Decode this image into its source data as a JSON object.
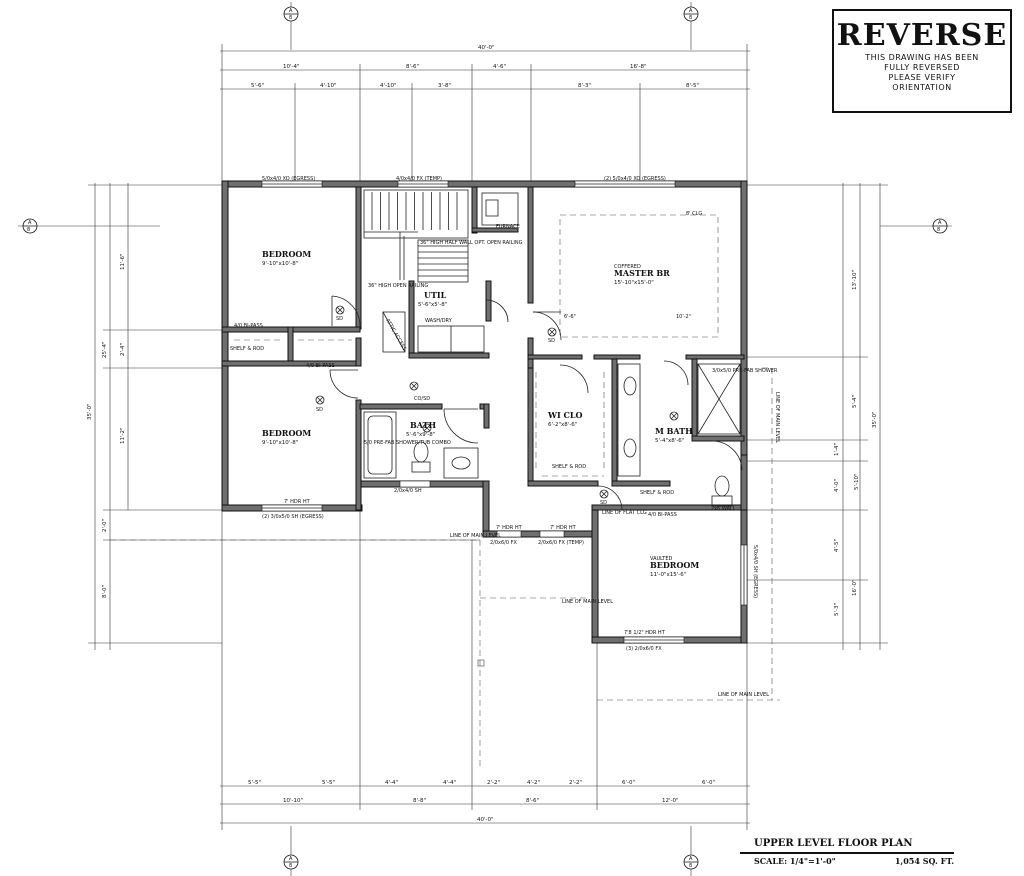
{
  "notice": {
    "title": "REVERSE",
    "lines": [
      "THIS DRAWING HAS BEEN",
      "FULLY REVERSED",
      "PLEASE VERIFY",
      "ORIENTATION"
    ]
  },
  "title_block": {
    "title": "UPPER LEVEL FLOOR PLAN",
    "scale": "SCALE: 1/4\"=1'-0\"",
    "area": "1,054 SQ. FT."
  },
  "section_markers": {
    "top": "A",
    "sheet": "8"
  },
  "dimensions": {
    "top_overall": "40'-0\"",
    "top_mid": [
      "10'-4\"",
      "8'-6\"",
      "4'-6\"",
      "16'-8\""
    ],
    "top_detail": [
      "5'-6\"",
      "4'-10\"",
      "4'-10\"",
      "3'-8\"",
      "8'-3\"",
      "8'-5\""
    ],
    "bottom_overall": "40'-0\"",
    "bottom_mid": [
      "10'-10\"",
      "8'-8\"",
      "8'-6\"",
      "12'-0\""
    ],
    "bottom_detail": [
      "5'-5\"",
      "5'-5\"",
      "4'-4\"",
      "4'-4\"",
      "2'-2\"",
      "4'-2\"",
      "2'-2\"",
      "6'-0\"",
      "6'-0\""
    ],
    "left_overall": "35'-0\"",
    "left_mid": [
      "11'-6\"",
      "2'-4\"",
      "11'-2\"",
      "2'-0\"",
      "8'-0\""
    ],
    "left_total": "25'-4\"",
    "right_overall": "35'-0\"",
    "right_mid": [
      "13'-10\"",
      "5'-4\"",
      "1'-4\"",
      "4'-0\"",
      "4'-5\"",
      "5'-3\""
    ],
    "right_total": "16'-0\"",
    "right_sub": "5'-10\""
  },
  "rooms": {
    "bedroom1": {
      "name": "BEDROOM",
      "size": "9'-10\"x10'-8\""
    },
    "bedroom2": {
      "name": "BEDROOM",
      "size": "9'-10\"x10'-8\""
    },
    "util": {
      "name": "UTIL",
      "size": "5'-6\"x5'-8\""
    },
    "bath": {
      "name": "BATH",
      "size": "5'-6\"x9'-8\""
    },
    "master": {
      "name": "MASTER BR",
      "size": "15'-10\"x15'-0\"",
      "note": "COFFERED"
    },
    "wiclo": {
      "name": "WI CLO",
      "size": "6'-2\"x8'-6\""
    },
    "mbath": {
      "name": "M BATH",
      "size": "5'-4\"x8'-6\""
    },
    "vaulted": {
      "name": "BEDROOM",
      "size": "11'-0\"x15'-6\"",
      "note": "VAULTED"
    }
  },
  "notes": {
    "win_b1": "5/0x4/0 XO (EGRESS)",
    "win_stair": "4/0x4/0 FX (TEMP)",
    "win_master": "(2) 5/0x4/0 XO (EGRESS)",
    "win_b2": "(2) 3/0x5/0 SH (EGRESS)",
    "win_bath": "2/0x4/0 SH",
    "win_hall1": "2/0x6/0 FX",
    "win_hall2": "2/0x6/0 FX (TEMP)",
    "win_vault": "(3) 2/0x6/0 FX",
    "win_vault_side": "5/0x4/0 SH (EGRESS)",
    "rail1": "36\" HIGH HALF WALL OPT. OPEN RAILING",
    "rail2": "36\" HIGH OPEN RAILING",
    "furnace": "FURNACE",
    "washdry": "WASH/DRY",
    "shower_tub": "5/0 PRE-FAB SHOWER/TUB COMBO",
    "shower": "3/0x5/0 PRE-FAB SHOWER",
    "bipass1": "4/0 BI-PASS",
    "bipass2": "4/0 BI-PASS",
    "bipass3": "4/0 BI-PASS",
    "shelf": "SHELF & ROD",
    "line_main": "LINE OF MAIN LEVEL",
    "line_flat": "LINE OF FLAT CLG",
    "hdr": "7' HDR HT",
    "hdr_vault": "7'8 1/2\" HDR HT",
    "sd": "SD",
    "cosd": "CO/SD",
    "attic": "ATTIC ACCESS",
    "clg": "8' CLG",
    "wall_2x6": "2x6 WALL",
    "clg_master": "6'-6\"",
    "clg_master2": "10'-2\""
  }
}
